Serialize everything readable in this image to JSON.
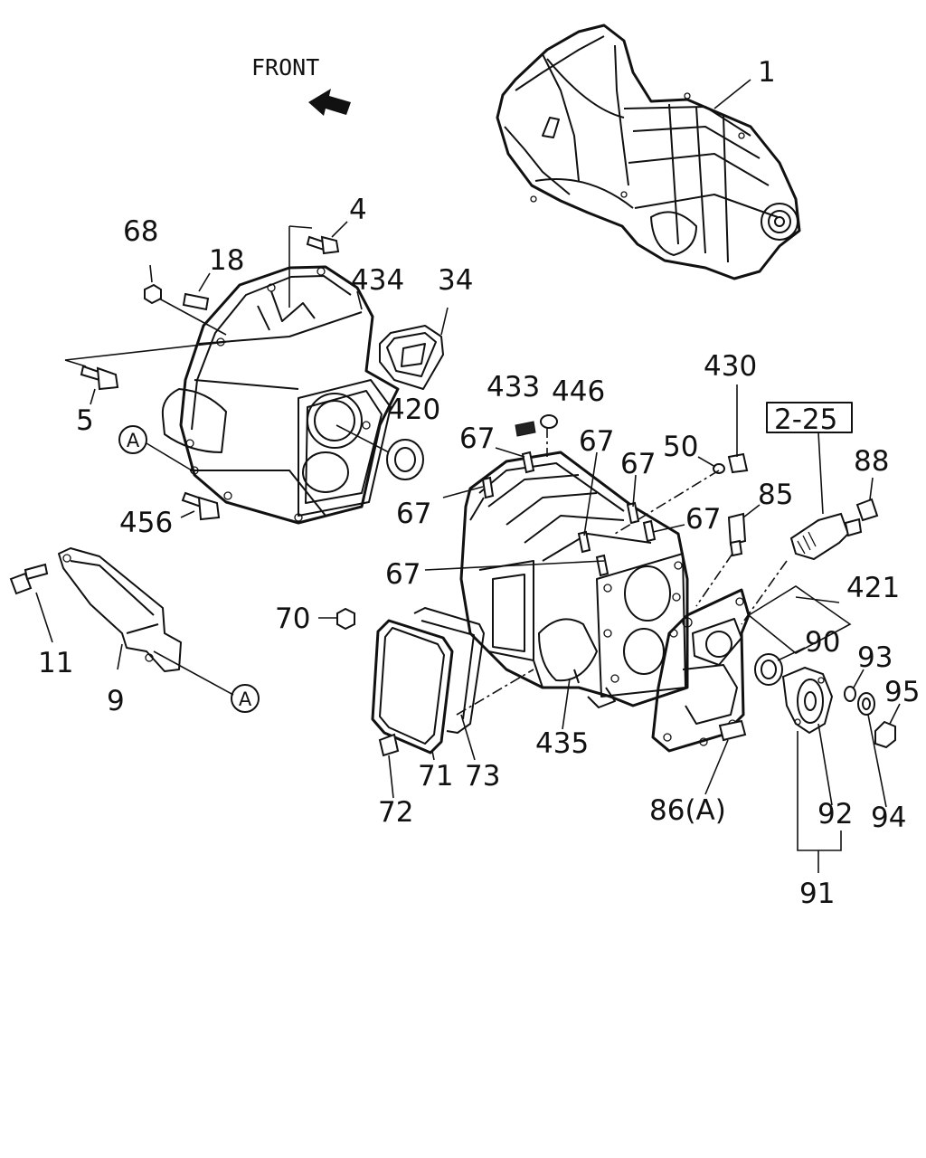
{
  "direction_label": "FRONT",
  "callout_labels": {
    "p1": "1",
    "p4": "4",
    "p68": "68",
    "p18": "18",
    "p434": "434",
    "p34": "34",
    "p5": "5",
    "pA1": "A",
    "p420": "420",
    "p456": "456",
    "p433": "433",
    "p446": "446",
    "p430": "430",
    "p2_25": "2-25",
    "p67a": "67",
    "p67b": "67",
    "p67c": "67",
    "p67d": "67",
    "p67e": "67",
    "p67f": "67",
    "p50": "50",
    "p88": "88",
    "p85": "85",
    "p11": "11",
    "p9": "9",
    "pA2": "A",
    "p70": "70",
    "p421": "421",
    "p90": "90",
    "p93": "93",
    "p95": "95",
    "p72": "72",
    "p71": "71",
    "p73": "73",
    "p435": "435",
    "p86": "86(A)",
    "p92": "92",
    "p94": "94",
    "p91": "91"
  }
}
